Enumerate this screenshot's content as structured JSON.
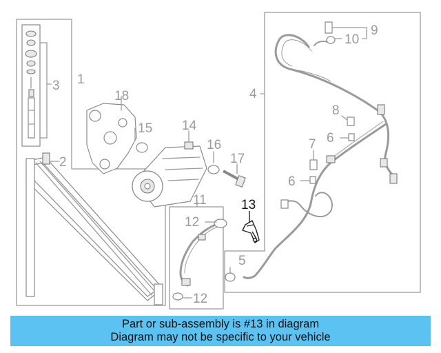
{
  "diagram": {
    "callouts": {
      "c1": "1",
      "c2": "2",
      "c3": "3",
      "c4": "4",
      "c5": "5",
      "c6a": "6",
      "c6b": "6",
      "c7": "7",
      "c8": "8",
      "c9": "9",
      "c10": "10",
      "c11": "11",
      "c12a": "12",
      "c12b": "12",
      "c13": "13",
      "c14": "14",
      "c15": "15",
      "c16": "16",
      "c17": "17",
      "c18": "18"
    },
    "highlighted_callout": "13"
  },
  "banner": {
    "line1": "Part or sub-assembly is #13 in diagram",
    "line2": "Diagram may not be specific to your vehicle"
  },
  "colors": {
    "banner_bg": "#5bc2f2",
    "line_gray": "#9a9a9a",
    "highlight": "#222222"
  }
}
